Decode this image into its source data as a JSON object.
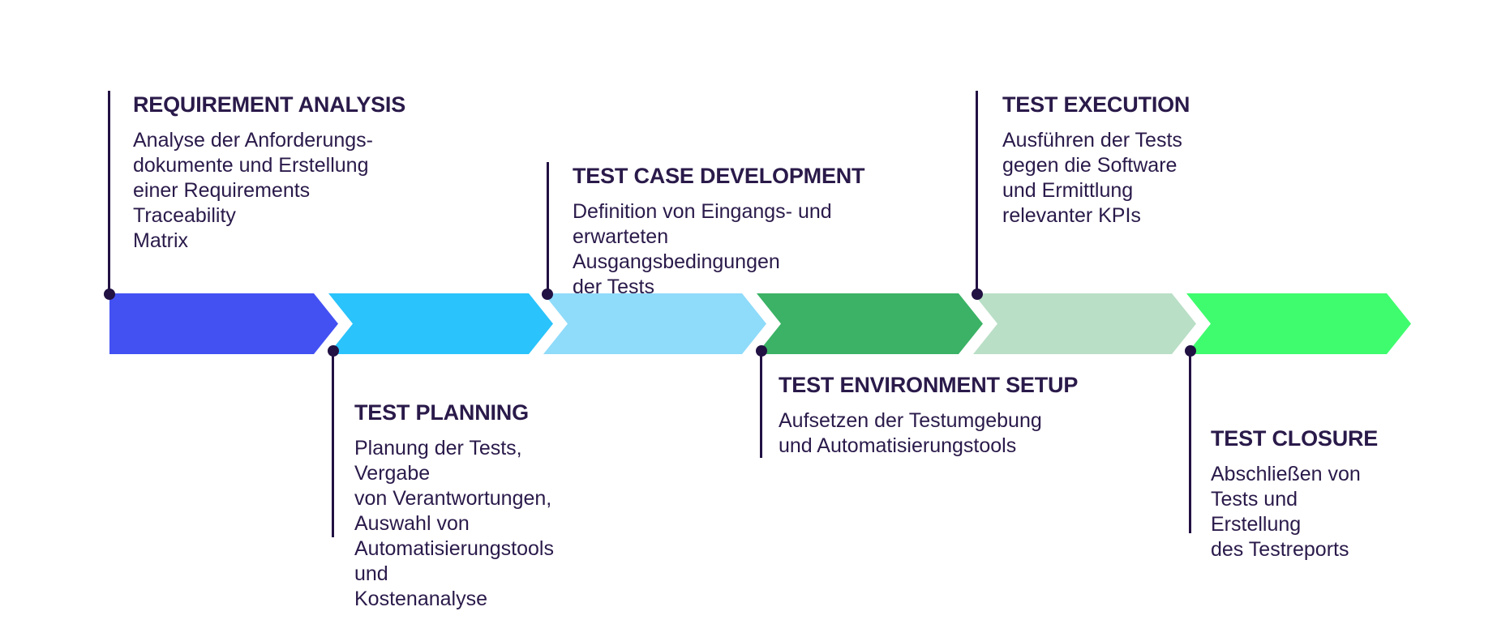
{
  "diagram": {
    "background": "#FFFFFF",
    "text_color": "#2A1A4A",
    "connector_color": "#221143",
    "stages": [
      {
        "id": "requirement-analysis",
        "title": "REQUIREMENT ANALYSIS",
        "description": [
          "Analyse der Anforderungs-",
          "dokumente und Erstellung",
          "einer Requirements Traceability",
          "Matrix"
        ],
        "color": "#4351F3",
        "label_position": "top"
      },
      {
        "id": "test-planning",
        "title": "TEST PLANNING",
        "description": [
          "Planung der Tests, Vergabe",
          "von Verantwortungen, Auswahl von",
          "Automatisierungstools und",
          "Kostenanalyse"
        ],
        "color": "#2AC3FB",
        "label_position": "bottom"
      },
      {
        "id": "test-case-development",
        "title": "TEST CASE DEVELOPMENT",
        "description": [
          "Definition von Eingangs- und",
          "erwarteten Ausgangsbedingungen",
          "der Tests"
        ],
        "color": "#8FDBFA",
        "label_position": "top"
      },
      {
        "id": "test-environment-setup",
        "title": "TEST ENVIRONMENT SETUP",
        "description": [
          "Aufsetzen der Testumgebung",
          "und Automatisierungstools"
        ],
        "color": "#3BB265",
        "label_position": "bottom"
      },
      {
        "id": "test-execution",
        "title": "TEST EXECUTION",
        "description": [
          "Ausführen der Tests gegen die Software",
          "und Ermittlung relevanter KPIs"
        ],
        "color": "#B9DFC6",
        "label_position": "top"
      },
      {
        "id": "test-closure",
        "title": "TEST CLOSURE",
        "description": [
          "Abschließen von",
          "Tests und Erstellung",
          "des Testreports"
        ],
        "color": "#3FFC6E",
        "label_position": "bottom"
      }
    ]
  }
}
